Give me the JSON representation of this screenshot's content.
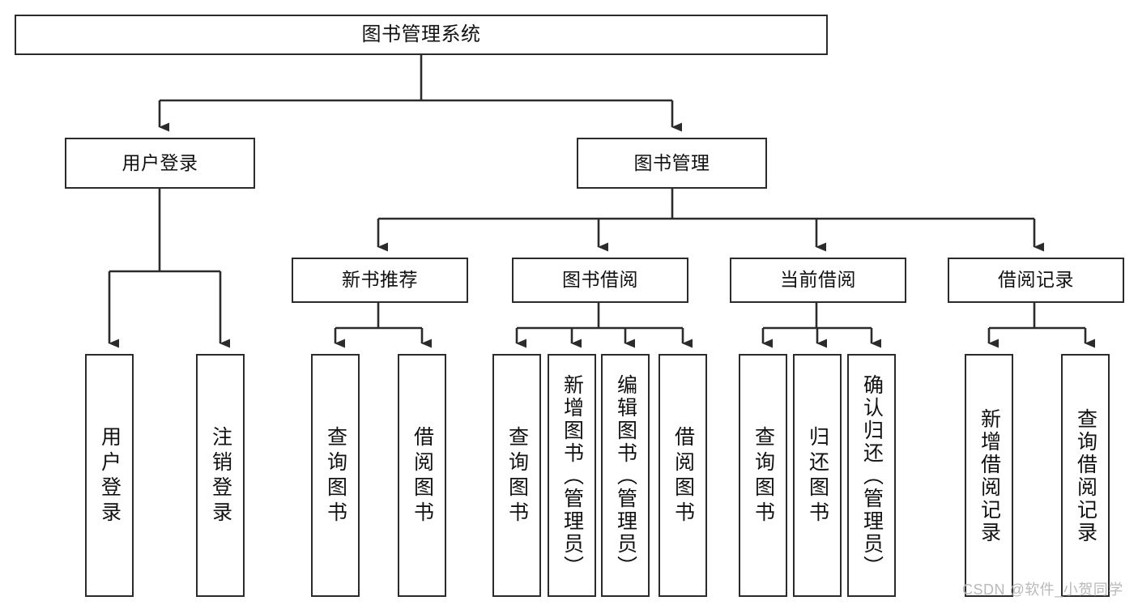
{
  "diagram": {
    "type": "hierarchy-tree",
    "title": "图书管理系统",
    "watermark": "CSDN @软件_小贺同学",
    "colors": {
      "box_border": "#2b2b2b",
      "box_fill": "#ffffff",
      "connector": "#2b2b2b",
      "text": "#111111",
      "watermark": "#b9b9b9"
    },
    "levels": {
      "root": {
        "label": "图书管理系统"
      },
      "level2": [
        {
          "label": "用户登录"
        },
        {
          "label": "图书管理"
        }
      ],
      "level3": [
        {
          "label": "新书推荐"
        },
        {
          "label": "图书借阅"
        },
        {
          "label": "当前借阅"
        },
        {
          "label": "借阅记录"
        }
      ],
      "leaves": {
        "user_login": [
          {
            "label": "用户登录"
          },
          {
            "label": "注销登录"
          }
        ],
        "new_book_recommend": [
          {
            "label": "查询图书"
          },
          {
            "label": "借阅图书"
          }
        ],
        "book_borrow": [
          {
            "label": "查询图书"
          },
          {
            "label": "新增图书（管理员）"
          },
          {
            "label": "编辑图书（管理员）"
          },
          {
            "label": "借阅图书"
          }
        ],
        "current_borrow": [
          {
            "label": "查询图书"
          },
          {
            "label": "归还图书"
          },
          {
            "label": "确认归还（管理员）"
          }
        ],
        "borrow_record": [
          {
            "label": "新增借阅记录"
          },
          {
            "label": "查询借阅记录"
          }
        ]
      }
    }
  }
}
